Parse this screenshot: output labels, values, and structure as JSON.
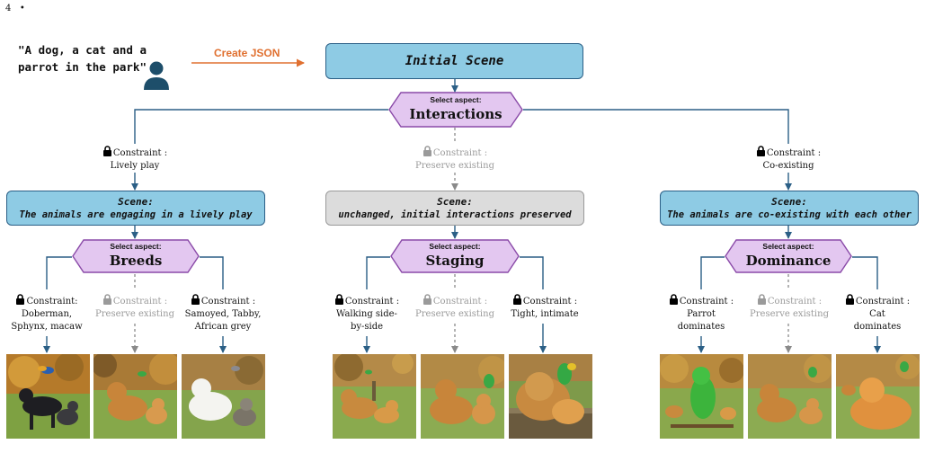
{
  "page_number": "4",
  "header_dot": "•",
  "prompt": "\"A dog, a cat and a parrot in the park\"",
  "create_json": "Create JSON",
  "initial_scene": "Initial Scene",
  "root_aspect": {
    "label": "Select aspect:",
    "name": "Interactions"
  },
  "branches": [
    {
      "constraint_label": "Constraint :",
      "constraint_value": "Lively play",
      "locked": true,
      "scene_title": "Scene:",
      "scene_text": "The animals are engaging in a lively play",
      "aspect_label": "Select aspect:",
      "aspect_name": "Breeds",
      "leaves": [
        {
          "label": "Constraint:",
          "value": "Doberman,\nSphynx, macaw",
          "locked": true
        },
        {
          "label": "Constraint :",
          "value": "Preserve existing",
          "locked": false
        },
        {
          "label": "Constraint :",
          "value": "Samoyed, Tabby,\nAfrican grey",
          "locked": true
        }
      ]
    },
    {
      "constraint_label": "Constraint :",
      "constraint_value": "Preserve existing",
      "locked": false,
      "scene_title": "Scene:",
      "scene_text": "unchanged, initial interactions preserved",
      "aspect_label": "Select aspect:",
      "aspect_name": "Staging",
      "leaves": [
        {
          "label": "Constraint :",
          "value": "Walking side-\nby-side",
          "locked": true
        },
        {
          "label": "Constraint :",
          "value": "Preserve existing",
          "locked": false
        },
        {
          "label": "Constraint :",
          "value": "Tight, intimate",
          "locked": true
        }
      ]
    },
    {
      "constraint_label": "Constraint :",
      "constraint_value": "Co-existing",
      "locked": true,
      "scene_title": "Scene:",
      "scene_text": "The animals are co-existing with each other",
      "aspect_label": "Select aspect:",
      "aspect_name": "Dominance",
      "leaves": [
        {
          "label": "Constraint :",
          "value": "Parrot\ndominates",
          "locked": true
        },
        {
          "label": "Constraint :",
          "value": "Preserve existing",
          "locked": false
        },
        {
          "label": "Constraint :",
          "value": "Cat\ndominates",
          "locked": true
        }
      ]
    }
  ],
  "colors": {
    "scene_fill": "#8ecbe4",
    "scene_border": "#2b5f86",
    "aspect_fill": "#e3c7f0",
    "aspect_border": "#8a4aa8",
    "line": "#2b5f86",
    "gray": "#9a9a9a",
    "arrow_orange": "#e07030"
  }
}
